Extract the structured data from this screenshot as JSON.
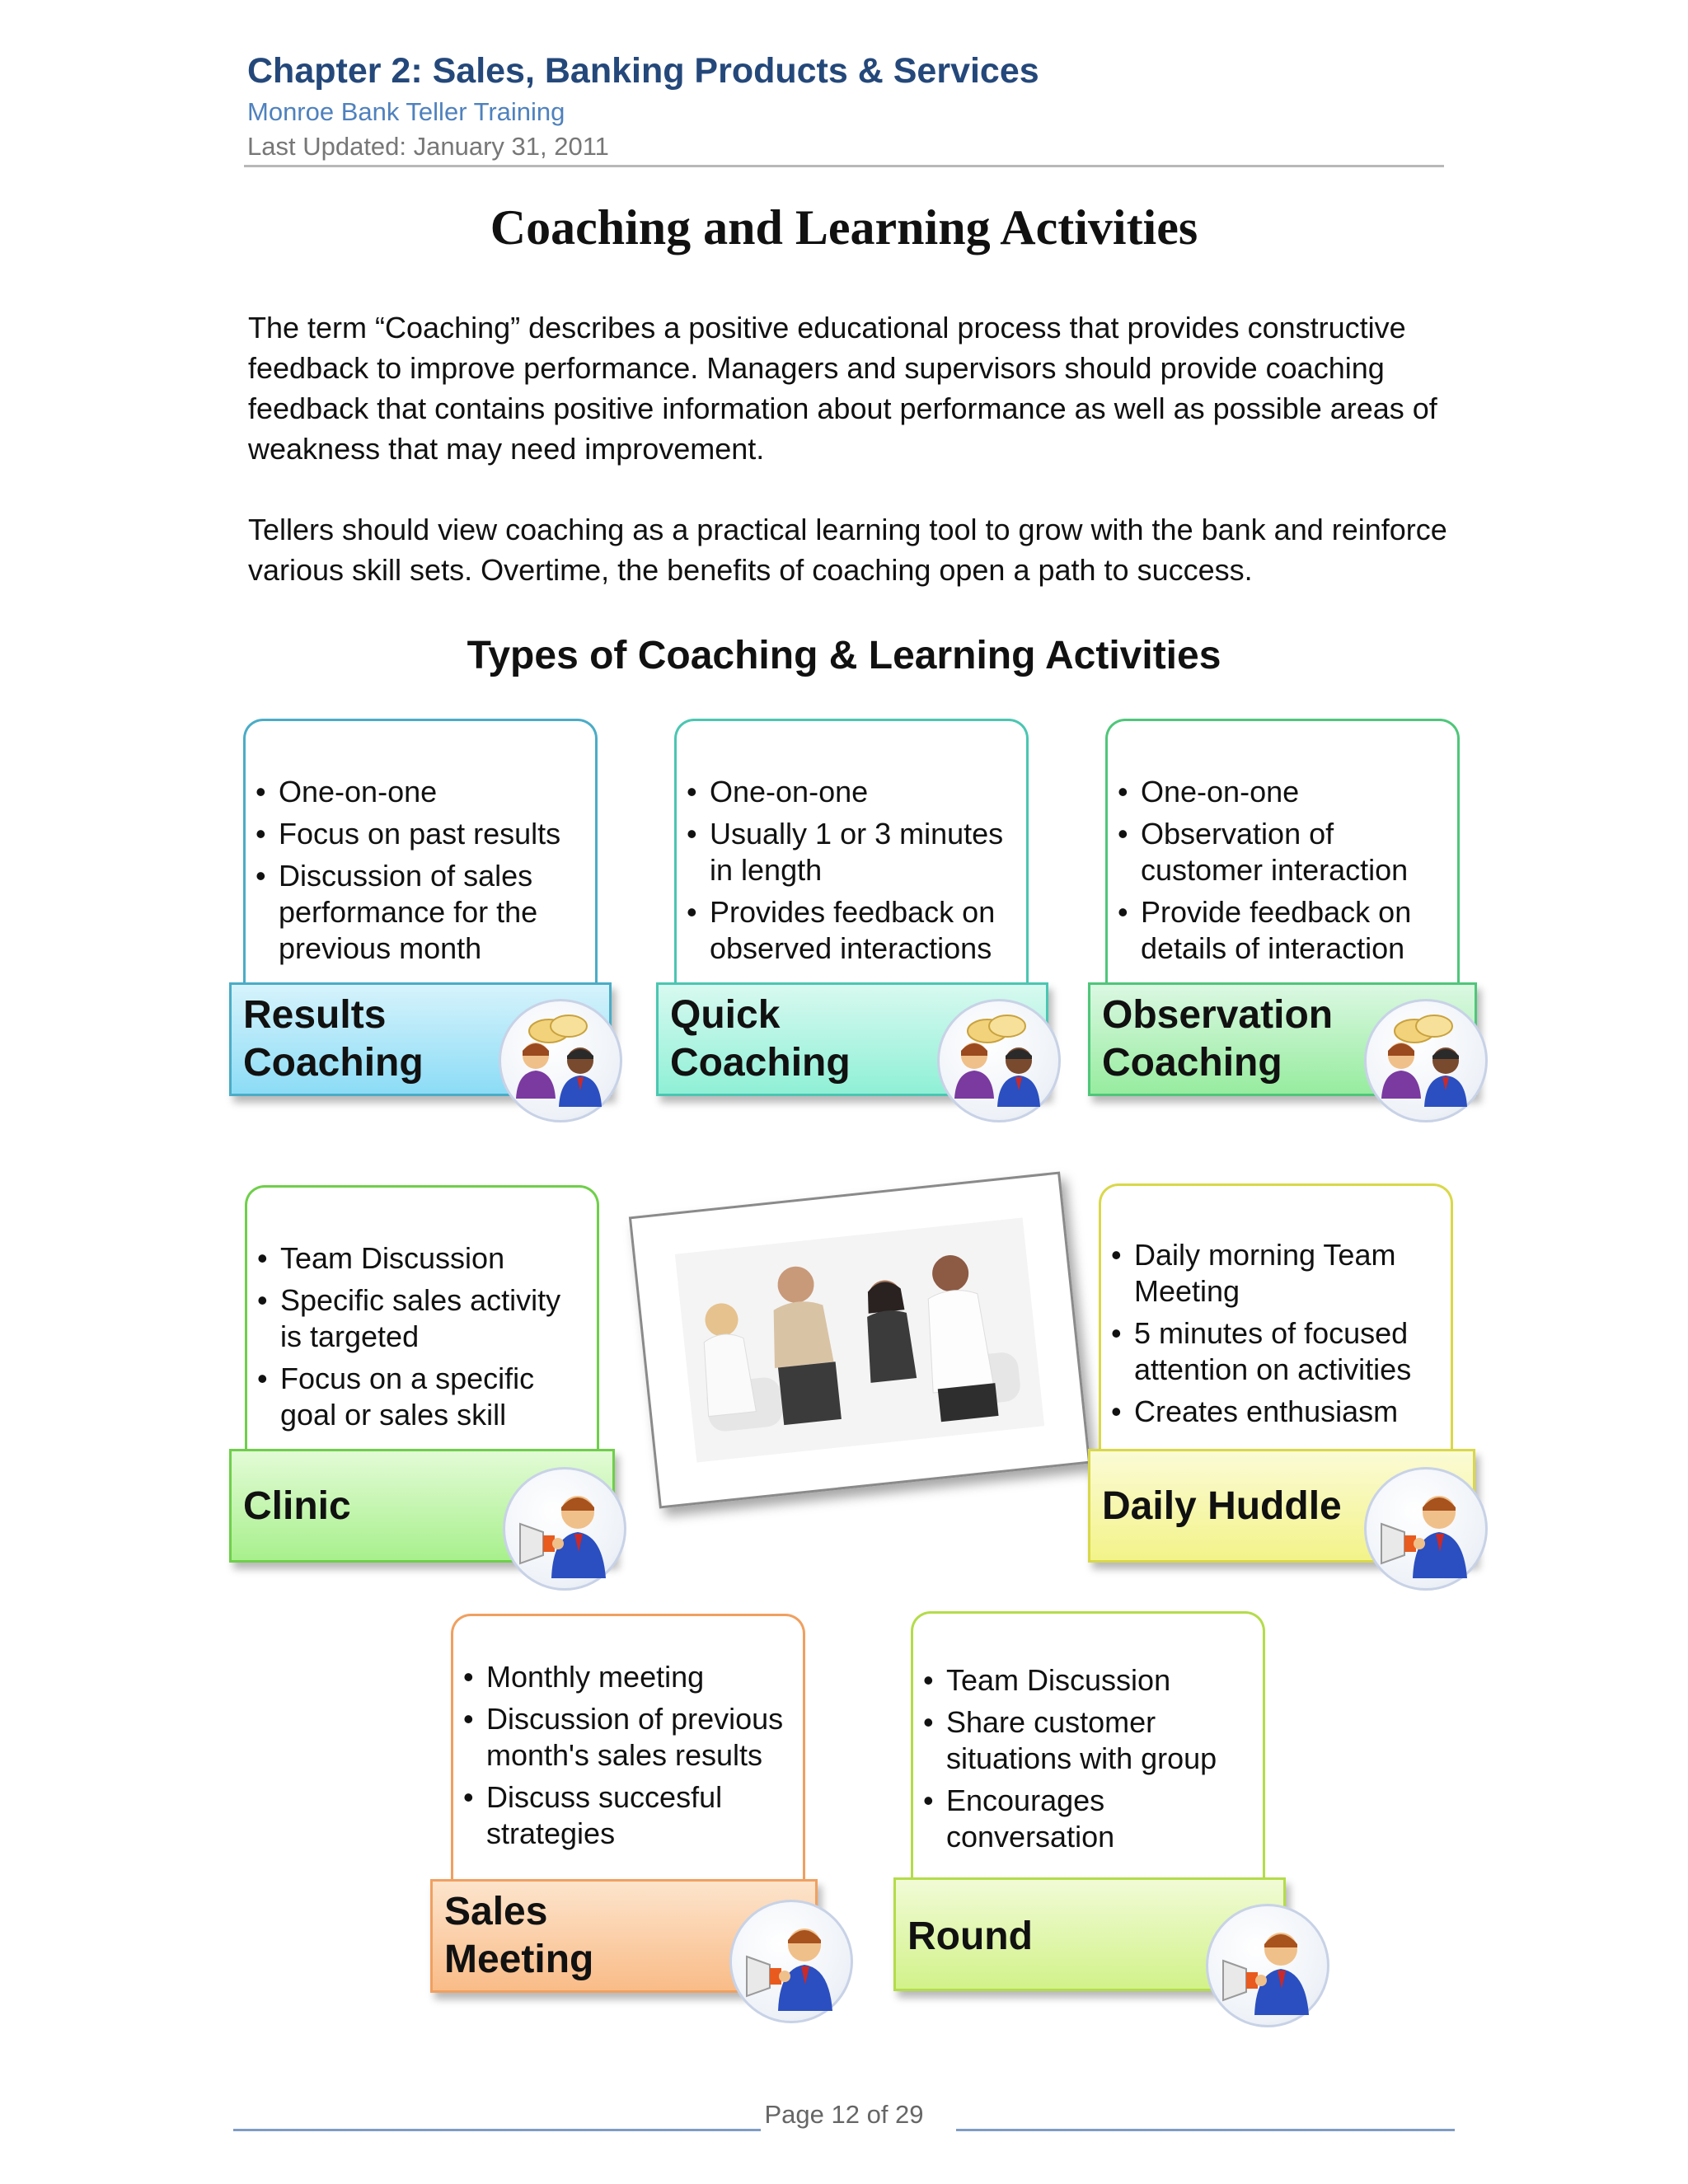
{
  "header": {
    "chapter": "Chapter 2: Sales, Banking Products & Services",
    "subtitle": "Monroe Bank Teller Training",
    "last_updated": "Last Updated:  January 31, 2011"
  },
  "title": "Coaching and Learning Activities",
  "paragraphs": [
    "The term “Coaching” describes a positive educational process that provides constructive feedback to improve performance.  Managers and supervisors should provide coaching feedback that contains positive information about performance as well as possible areas of weakness that may need improvement.",
    "Tellers should view coaching as a practical learning tool to grow with the bank and reinforce various skill sets.  Overtime, the benefits of coaching open a path to success."
  ],
  "section_title": "Types of Coaching & Learning Activities",
  "cards": [
    {
      "label_lines": [
        "Results",
        "Coaching"
      ],
      "bullets": [
        "One-on-one",
        "Focus on past results",
        "Discussion of sales performance for the previous month"
      ],
      "colors": {
        "border": "#4bacc6",
        "fill_top": "#d6f3fc",
        "fill_bottom": "#8cdcf6"
      },
      "icon": "two-people-talking-icon"
    },
    {
      "label_lines": [
        "Quick",
        "Coaching"
      ],
      "bullets": [
        "One-on-one",
        "Usually 1 or 3 minutes in length",
        "Provides feedback on observed  interactions"
      ],
      "colors": {
        "border": "#4bc6b2",
        "fill_top": "#d8f9f0",
        "fill_bottom": "#8ff0d6"
      },
      "icon": "two-people-talking-icon"
    },
    {
      "label_lines": [
        "Observation",
        "Coaching"
      ],
      "bullets": [
        "One-on-one",
        "Observation of customer interaction",
        "Provide feedback on details of interaction"
      ],
      "colors": {
        "border": "#4fc67a",
        "fill_top": "#dbf8e2",
        "fill_bottom": "#97ec9f"
      },
      "icon": "two-people-talking-icon"
    },
    {
      "label_lines": [
        "Clinic"
      ],
      "bullets": [
        "Team Discussion",
        "Specific sales activity is targeted",
        "Focus on a specific goal or sales skill"
      ],
      "colors": {
        "border": "#6fcf4a",
        "fill_top": "#e3fbd6",
        "fill_bottom": "#a8f08d"
      },
      "icon": "megaphone-person-icon"
    },
    {
      "label_lines": [
        "Daily Huddle"
      ],
      "bullets": [
        "Daily  morning Team Meeting",
        "5 minutes of focused attention on activities",
        "Creates enthusiasm"
      ],
      "colors": {
        "border": "#d9d84a",
        "fill_top": "#fbfbd6",
        "fill_bottom": "#f3f38a"
      },
      "icon": "megaphone-person-icon"
    },
    {
      "label_lines": [
        "Sales",
        "Meeting"
      ],
      "bullets": [
        "Monthly meeting",
        "Discussion of previous month's sales results",
        "Discuss succesful strategies"
      ],
      "colors": {
        "border": "#f0a060",
        "fill_top": "#fde4cc",
        "fill_bottom": "#f9bc88"
      },
      "icon": "megaphone-person-icon"
    },
    {
      "label_lines": [
        "Round"
      ],
      "bullets": [
        "Team Discussion",
        "Share customer situations with group",
        "Encourages conversation"
      ],
      "colors": {
        "border": "#b4dc4a",
        "fill_top": "#f1fbd6",
        "fill_bottom": "#d2f28a"
      },
      "icon": "megaphone-person-icon"
    }
  ],
  "photo_icon": "group-meeting-photo",
  "footer": {
    "page": "Page 12 of 29"
  }
}
